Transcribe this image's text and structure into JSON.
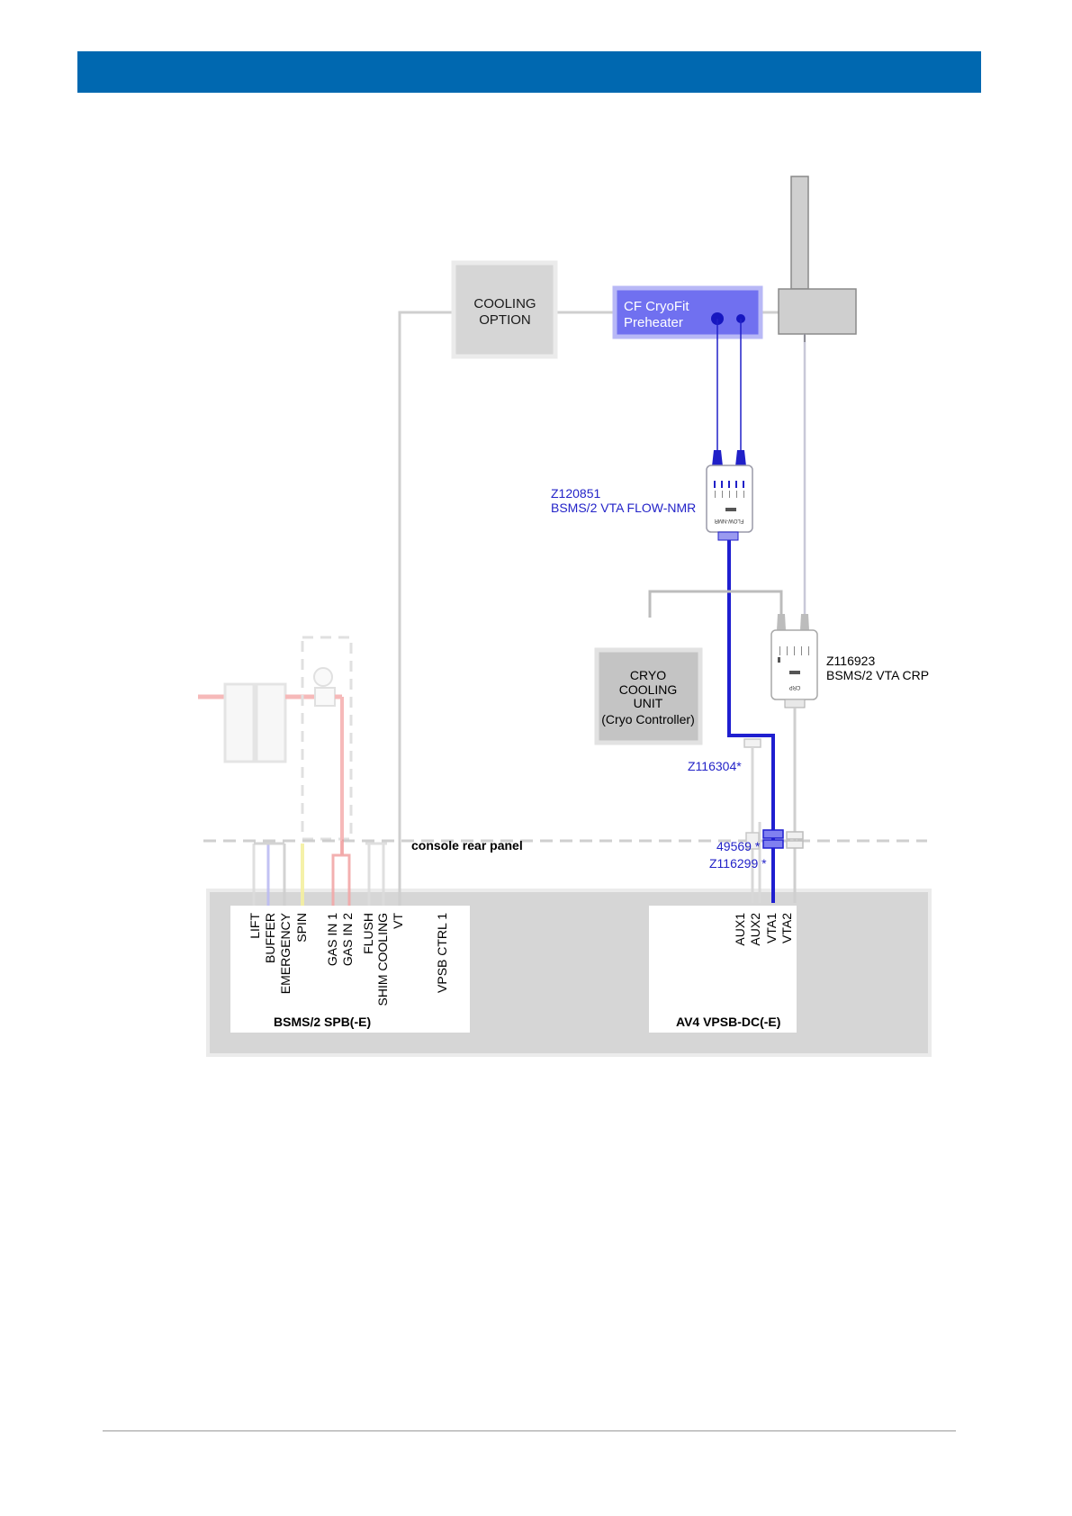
{
  "colors": {
    "header": "#0068b0",
    "gas_line_gray": "#cfcfcf",
    "vta_blue": "#1f1fd0",
    "preheater_fill": "#6d6df0",
    "gas_line_red": "#f2a0a0",
    "buffer_line": "#b8b8f0",
    "spin_line": "#f5f0a0"
  },
  "diagram": {
    "cooling_option": {
      "line1": "COOLING",
      "line2": "OPTION"
    },
    "preheater": {
      "line1": "CF CryoFit",
      "line2": "Preheater"
    },
    "flow_nmr": {
      "part": "Z120851",
      "name": "BSMS/2 VTA FLOW-NMR",
      "device_label": "FLOW-NMR"
    },
    "crp": {
      "part": "Z116923",
      "name": "BSMS/2 VTA CRP",
      "device_label": "CRP"
    },
    "cryo_unit": {
      "line1": "CRYO",
      "line2": "COOLING",
      "line3": "UNIT",
      "line4": "(Cryo Controller)"
    },
    "cable_z116304": "Z116304*",
    "cable_49569": "49569 *",
    "cable_z116299": "Z116299 *",
    "console_rear_panel": "console rear panel",
    "spb": {
      "title": "BSMS/2 SPB(-E)",
      "ports": [
        "LIFT",
        "BUFFER",
        "EMERGENCY",
        "SPIN",
        "GAS IN 1",
        "GAS IN 2",
        "FLUSH",
        "SHIM COOLING",
        "VT",
        "VPSB CTRL 1"
      ]
    },
    "vpsb": {
      "title": "AV4 VPSB-DC(-E)",
      "ports": [
        "AUX1",
        "AUX2",
        "VTA1",
        "VTA2"
      ]
    }
  }
}
